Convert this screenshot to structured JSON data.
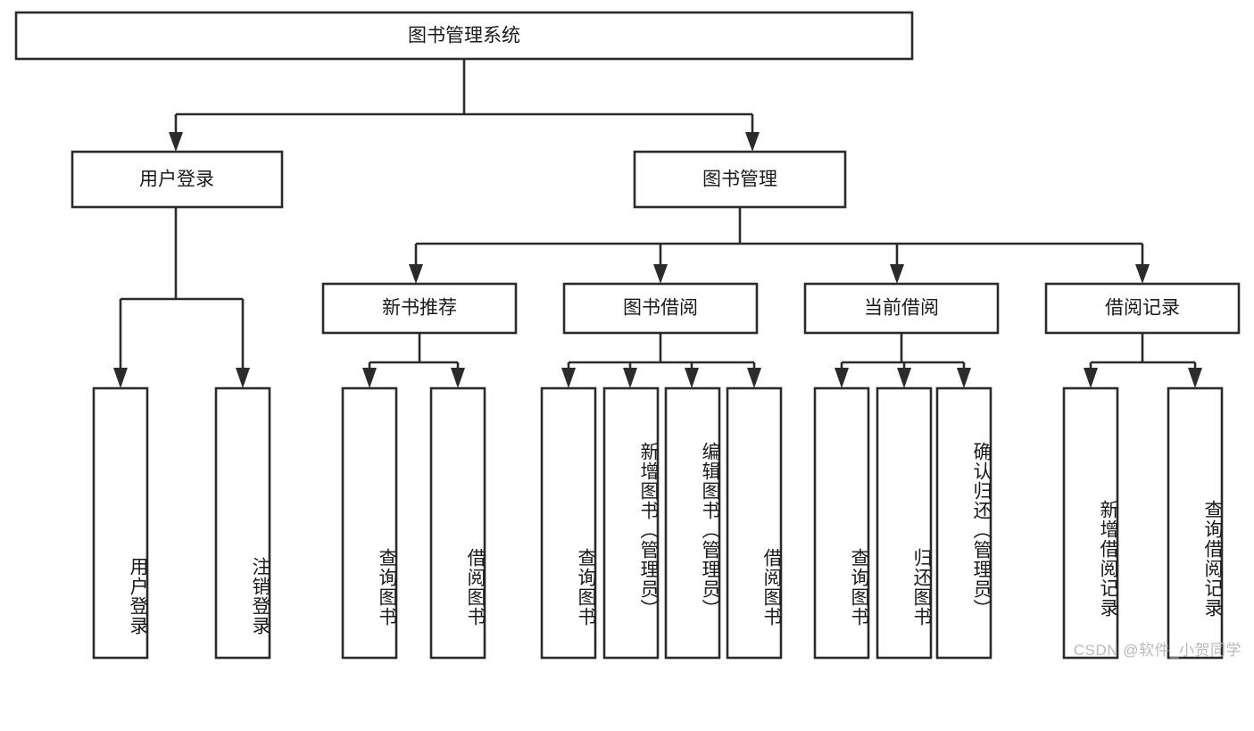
{
  "diagram": {
    "title": "图书管理系统",
    "type": "tree",
    "watermark": "CSDN @软件_小贺同学",
    "colors": {
      "stroke": "#2b2b2b",
      "box_fill": "#ffffff",
      "text": "#1a1a1a",
      "watermark": "#b9b9b9",
      "background": "#ffffff"
    },
    "root": {
      "label": "图书管理系统"
    },
    "level1": [
      {
        "label": "用户登录"
      },
      {
        "label": "图书管理"
      }
    ],
    "level2": [
      {
        "label": "新书推荐"
      },
      {
        "label": "图书借阅"
      },
      {
        "label": "当前借阅"
      },
      {
        "label": "借阅记录"
      }
    ],
    "leaves": {
      "user_login": [
        {
          "label": "用户登录"
        },
        {
          "label": "注销登录"
        }
      ],
      "new_book_recommend": [
        {
          "label": "查询图书"
        },
        {
          "label": "借阅图书"
        }
      ],
      "book_borrow": [
        {
          "label": "查询图书"
        },
        {
          "label": "新增图书（管理员）"
        },
        {
          "label": "编辑图书（管理员）"
        },
        {
          "label": "借阅图书"
        }
      ],
      "current_borrow": [
        {
          "label": "查询图书"
        },
        {
          "label": "归还图书"
        },
        {
          "label": "确认归还（管理员）"
        }
      ],
      "borrow_record": [
        {
          "label": "新增借阅记录"
        },
        {
          "label": "查询借阅记录"
        }
      ]
    }
  }
}
